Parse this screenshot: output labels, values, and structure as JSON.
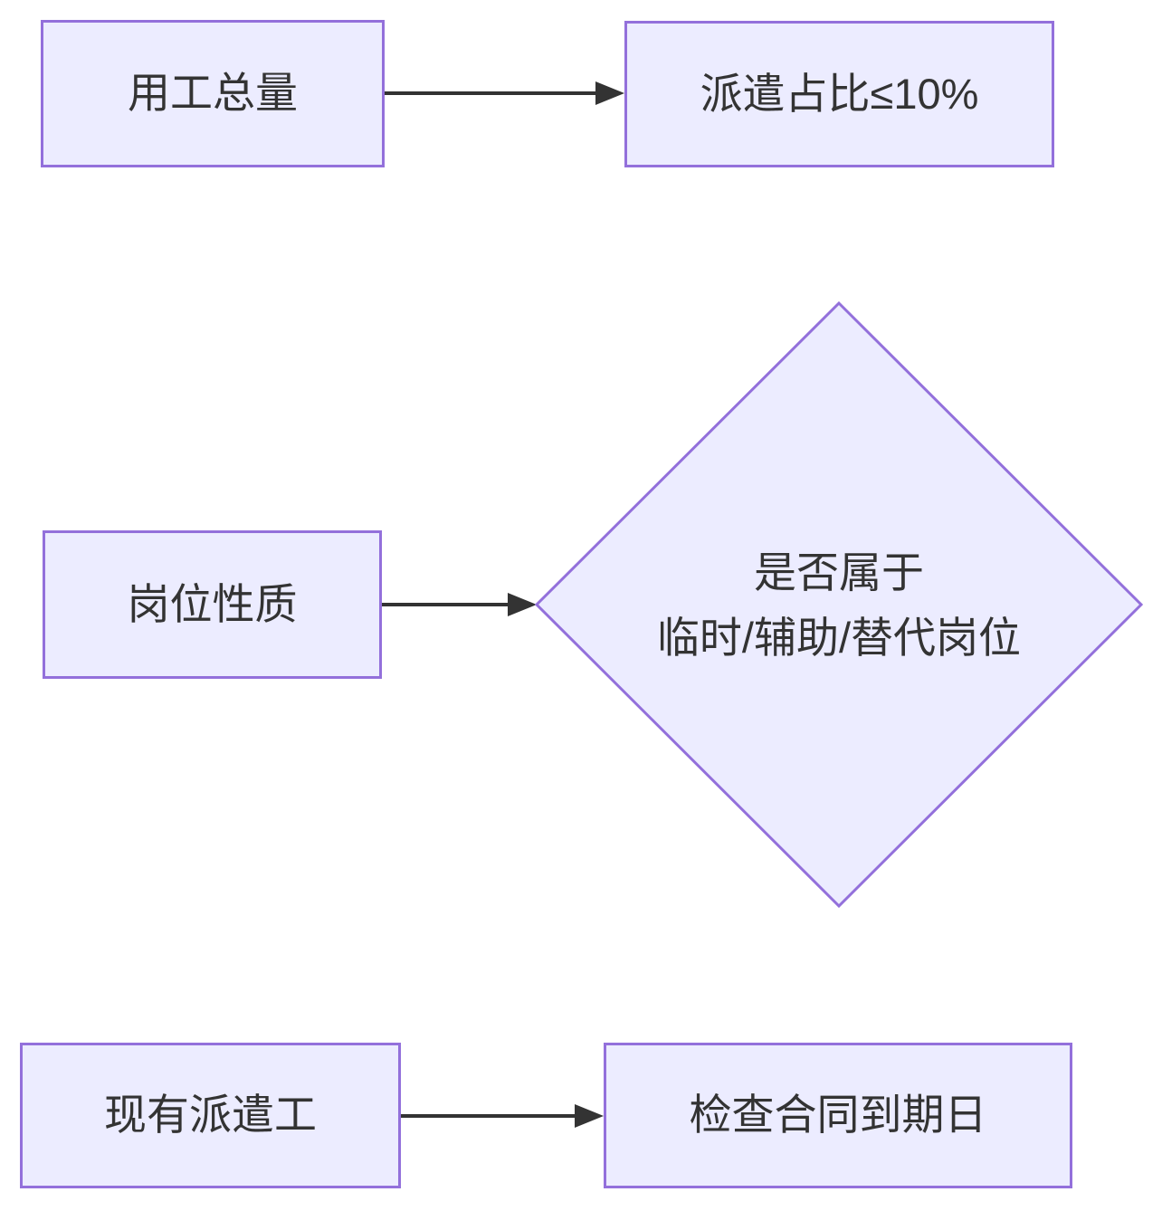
{
  "diagram": {
    "type": "flowchart",
    "direction": "left-to-right-rows",
    "colors": {
      "canvas_bg": "#ffffff",
      "node_fill": "#ECECFF",
      "node_border": "#9370DB",
      "edge_color": "#333333",
      "text_color": "#333333"
    },
    "nodes": [
      {
        "id": "total-employment",
        "type": "rect",
        "label": "用工总量"
      },
      {
        "id": "dispatch-ratio",
        "type": "rect",
        "label": "派遣占比≤10%"
      },
      {
        "id": "post-nature",
        "type": "rect",
        "label": "岗位性质"
      },
      {
        "id": "post-decision",
        "type": "diamond",
        "label_line1": "是否属于",
        "label_line2": "临时/辅助/替代岗位"
      },
      {
        "id": "existing-dispatch-workers",
        "type": "rect",
        "label": "现有派遣工"
      },
      {
        "id": "check-contract-expiry",
        "type": "rect",
        "label": "检查合同到期日"
      }
    ],
    "edges": [
      {
        "from": "用工总量",
        "to": "派遣占比≤10%",
        "label": ""
      },
      {
        "from": "岗位性质",
        "to": "是否属于 临时/辅助/替代岗位",
        "label": ""
      },
      {
        "from": "现有派遣工",
        "to": "检查合同到期日",
        "label": ""
      }
    ]
  }
}
